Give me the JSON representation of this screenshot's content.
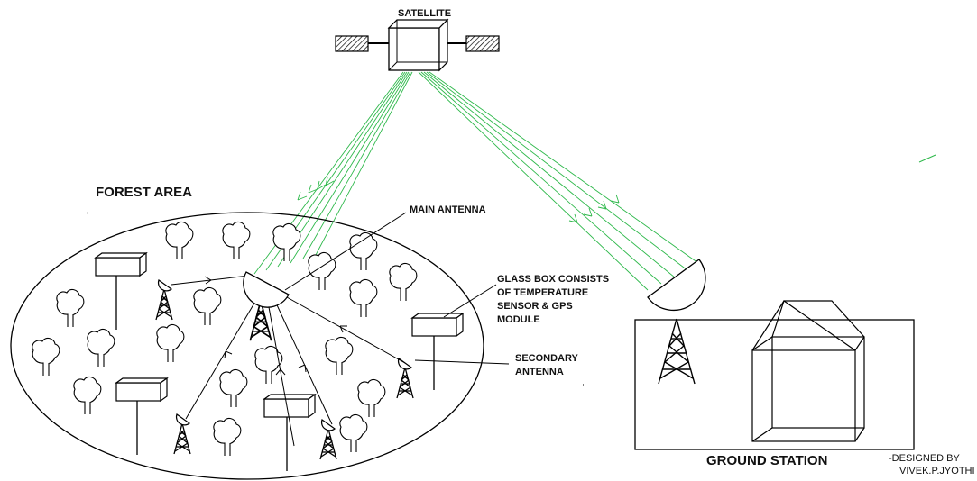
{
  "labels": {
    "satellite": "SATELLITE",
    "forest_area": "FOREST AREA",
    "main_antenna": "MAIN ANTENNA",
    "glass_box": [
      "GLASS BOX CONSISTS",
      "OF  TEMPERATURE",
      "SENSOR & GPS",
      "MODULE"
    ],
    "secondary_antenna": [
      "SECONDARY",
      "ANTENNA"
    ],
    "ground_station": "GROUND STATION",
    "credit": [
      "-DESIGNED BY",
      "VIVEK.P.JYOTHI"
    ]
  },
  "colors": {
    "line": "#000000",
    "signal": "#2db84a",
    "background": "#ffffff"
  },
  "icons": [
    "satellite-icon",
    "tree-icon",
    "antenna-tower-icon",
    "dish-antenna-icon",
    "sensor-box-icon",
    "ground-station-building-icon"
  ]
}
